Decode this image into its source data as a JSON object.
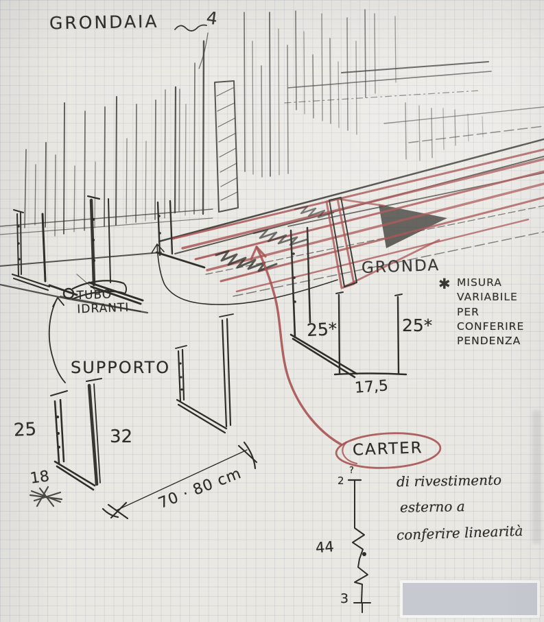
{
  "colors": {
    "ink": "#2f2d28",
    "red": "#a34a4a",
    "paper": "#eae8e3",
    "grid": "#96a0b2",
    "redaction": "#c6cad0"
  },
  "sketch": {
    "title": "GRONDAIA",
    "top_mark": "4",
    "pipe_label": [
      "TUBO",
      "IDRANTI"
    ],
    "support": {
      "title": "SUPPORTO",
      "dim_left": "25",
      "dim_right": "32",
      "dim_bottom": "18",
      "span": "70 · 80 cm"
    },
    "gutter_section": {
      "title": "GRONDA",
      "dim_left": "25*",
      "dim_right": "25*",
      "dim_width": "17,5"
    },
    "note": {
      "star": "✱",
      "lines": [
        "MISURA",
        "VARIABILE",
        "PER",
        "CONFERIRE",
        "PENDENZA"
      ]
    },
    "carter": {
      "title": "CARTER",
      "q": "?",
      "dim_top": "2",
      "dim_mid": "44",
      "dim_bottom": "3",
      "lines": [
        "di rivestimento",
        "esterno a",
        "conferire linearità"
      ]
    }
  }
}
